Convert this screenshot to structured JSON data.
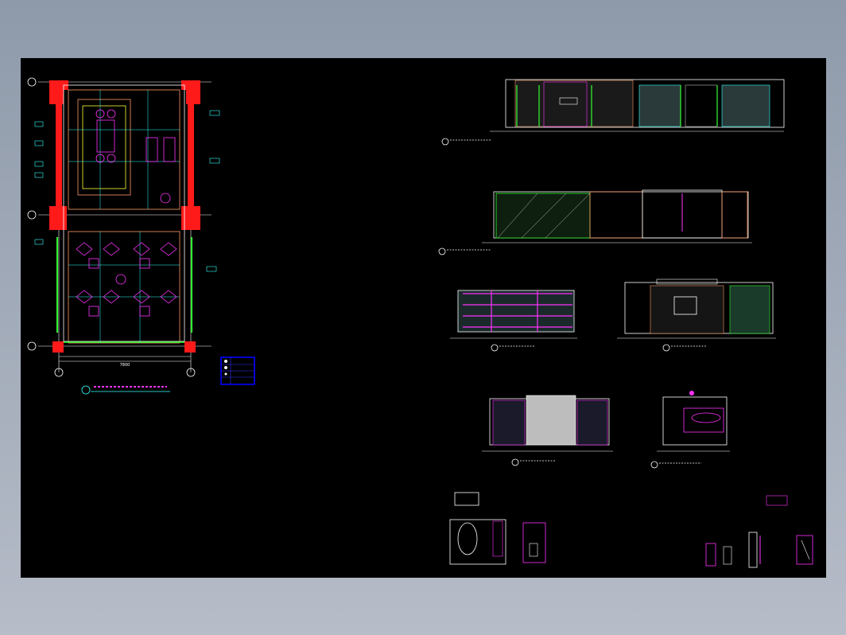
{
  "drawing": {
    "background": "#000000",
    "frame_color": "#8e9aaa",
    "colors": {
      "wall": "#ff1a1a",
      "magenta": "#ff33ff",
      "cyan": "#33ffff",
      "green": "#33ff33",
      "white": "#ffffff",
      "yellow": "#ffff33",
      "blue": "#0000ff",
      "orange": "#ff9966",
      "gray": "#bdbdbd"
    },
    "plan": {
      "dimension": "7800"
    },
    "legend_panel": {
      "rows": 4
    },
    "elevation_sheets": 6,
    "detail_sheets": 5
  }
}
